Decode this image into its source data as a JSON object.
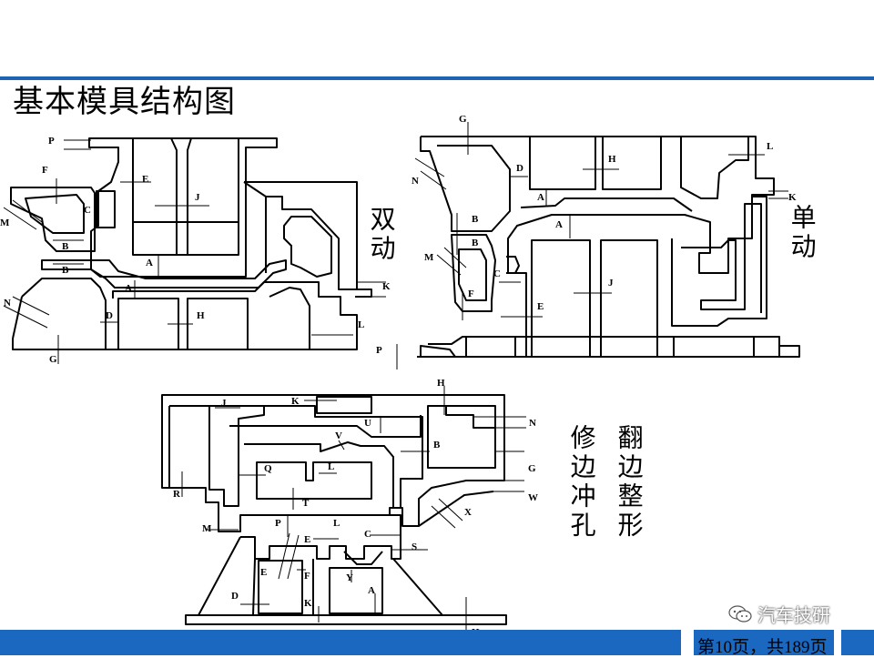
{
  "slide": {
    "title": "基本模具结构图",
    "accent_color": "#1f63b6",
    "bar_color": "#1a68c0"
  },
  "labels": {
    "double_action": "双动",
    "single_action": "单动",
    "trim_pierce": "修边冲孔",
    "flange_restrike": "翻边整形"
  },
  "diagram_double_action": {
    "letters": [
      "P",
      "F",
      "E",
      "M",
      "C",
      "J",
      "B",
      "B",
      "A",
      "A",
      "N",
      "D",
      "H",
      "G",
      "K",
      "L"
    ]
  },
  "diagram_single_action": {
    "letters": [
      "G",
      "D",
      "H",
      "L",
      "N",
      "K",
      "A",
      "A",
      "B",
      "B",
      "M",
      "C",
      "F",
      "E",
      "J",
      "P"
    ]
  },
  "diagram_trim": {
    "letters": [
      "H",
      "J",
      "K",
      "N",
      "U",
      "V",
      "B",
      "Q",
      "L",
      "G",
      "R",
      "T",
      "W",
      "X",
      "M",
      "P",
      "L",
      "C",
      "E",
      "S",
      "E",
      "F",
      "Y",
      "D",
      "K",
      "A",
      "H"
    ]
  },
  "footer": {
    "page_counter": "第10页，共189页",
    "watermark": "汽车技研"
  }
}
